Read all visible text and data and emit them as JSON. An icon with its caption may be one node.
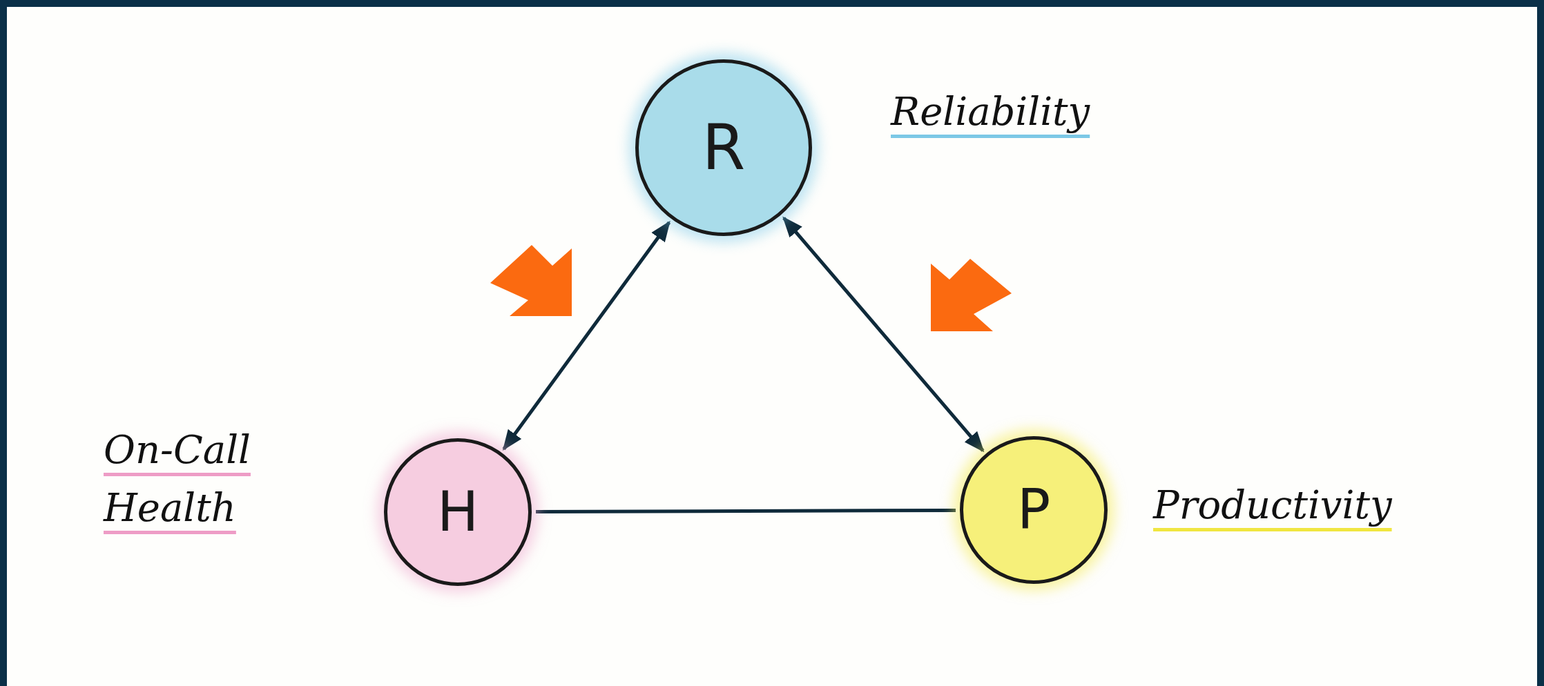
{
  "diagram": {
    "nodes": [
      {
        "text": [
          "R"
        ],
        "beside": [
          "Reliability"
        ]
      },
      {
        "text": [
          "H"
        ],
        "beside": [
          "On-Call Health"
        ]
      },
      {
        "text": [
          "P"
        ],
        "beside": [
          "Productivity"
        ]
      }
    ],
    "edges": [
      {
        "from": 0,
        "to": 1,
        "arrow": "both"
      },
      {
        "from": 0,
        "to": 2,
        "arrow": "both"
      },
      {
        "from": 1,
        "to": 2,
        "arrow": "none"
      }
    ]
  }
}
